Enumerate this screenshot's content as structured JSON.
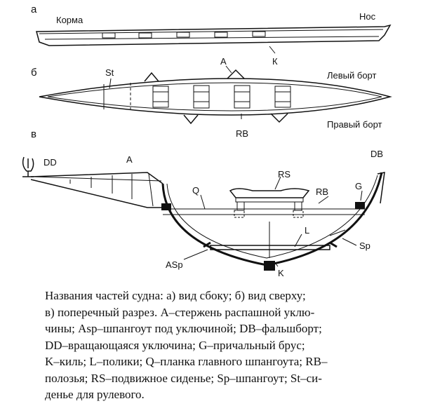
{
  "panels": {
    "a": "а",
    "b": "б",
    "c": "в"
  },
  "side_view": {
    "stern": "Корма",
    "bow": "Нос",
    "keel": "К"
  },
  "top_view": {
    "st": "St",
    "a": "A",
    "rb": "RB",
    "port": "Левый борт",
    "starboard": "Правый борт"
  },
  "section": {
    "dd": "DD",
    "a": "A",
    "db": "DB",
    "rs": "RS",
    "rb": "RB",
    "g": "G",
    "q": "Q",
    "l": "L",
    "sp": "Sp",
    "asp": "ASp",
    "k": "K"
  },
  "caption": [
    "Названия частей судна: а) вид сбоку; б) вид сверху;",
    "в) поперечный разрез. A–стержень распашной уклю-",
    "чины; Asp–шпангоут под уключиной; DB–фальшборт;",
    "DD–вращающаяся уключина; G–причальный брус;",
    "K–киль; L–полики; Q–планка главного шпангоута; RB–",
    "полозья; RS–подвижное сиденье; Sp–шпангоут; St–си-",
    "денье для рулевого."
  ]
}
